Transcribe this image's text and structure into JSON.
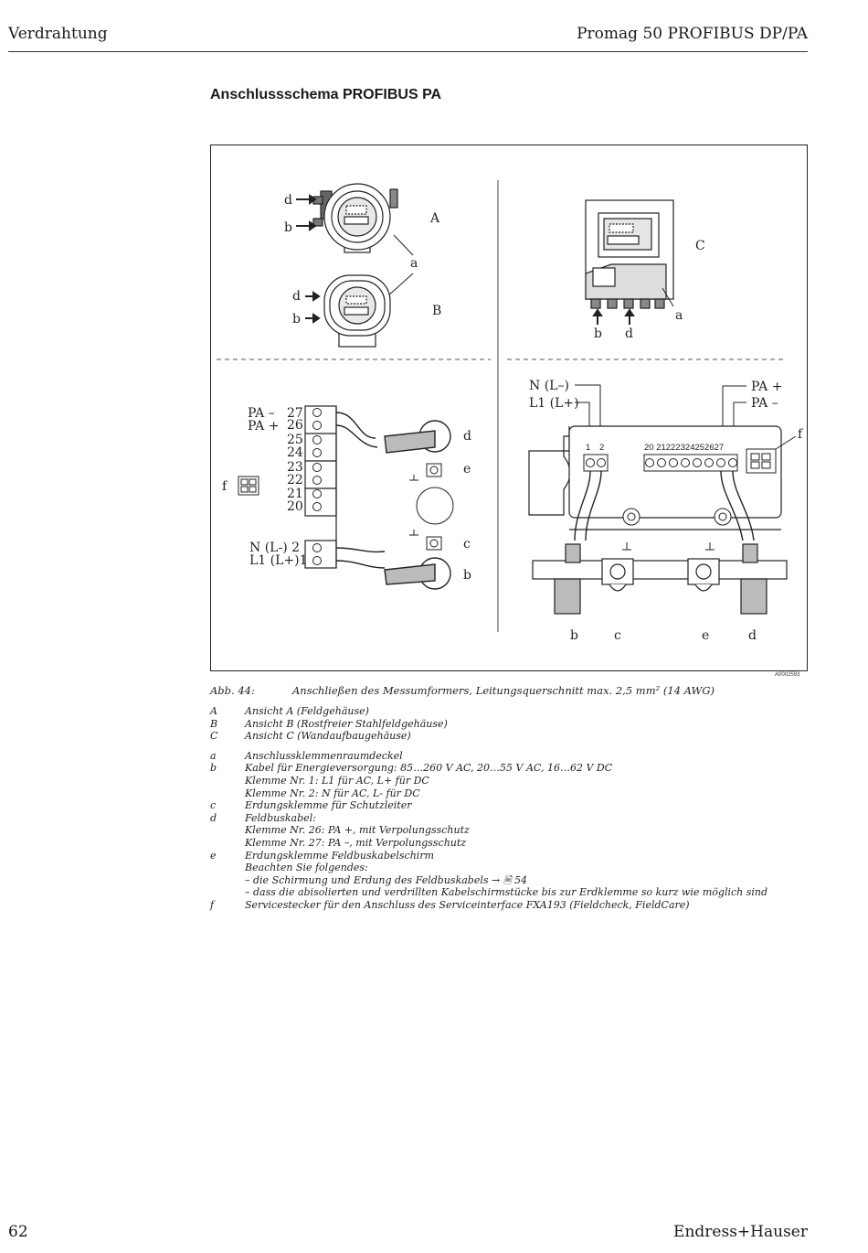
{
  "header": {
    "section": "Verdrahtung",
    "product": "Promag 50 PROFIBUS DP/PA"
  },
  "section_title": "Anschlussschema PROFIBUS PA",
  "figure": {
    "id": "A0002593",
    "top_left": {
      "arrow_d": "d",
      "arrow_b": "b",
      "view_a": "A",
      "cover": "a",
      "arrow_d2": "d",
      "arrow_b2": "b",
      "view_b": "B"
    },
    "top_right": {
      "view_c": "C",
      "cover": "a",
      "arrow_b": "b",
      "arrow_d": "d"
    },
    "bottom_left": {
      "pa_minus": "PA –",
      "pa_plus": "PA +",
      "terminals": [
        "27",
        "26",
        "25",
        "24",
        "23",
        "22",
        "21",
        "20"
      ],
      "n": "N (L-) 2",
      "l1": "L1 (L+)1",
      "f": "f",
      "d": "d",
      "e": "e",
      "c": "c",
      "b": "b"
    },
    "bottom_right": {
      "n": "N (L–)",
      "l1": "L1 (L+)",
      "pa_plus": "PA +",
      "pa_minus": "PA –",
      "t1": "1",
      "t2": "2",
      "terminals": "20 21222324252627",
      "f": "f",
      "b": "b",
      "c": "c",
      "e": "e",
      "d": "d"
    }
  },
  "caption": {
    "label": "Abb. 44:",
    "text": "Anschließen des Messumformers, Leitungsquerschnitt max. 2,5 mm² (14 AWG)"
  },
  "legend": {
    "views": [
      {
        "key": "A",
        "text": "Ansicht A (Feldgehäuse)"
      },
      {
        "key": "B",
        "text": "Ansicht B (Rostfreier Stahlfeldgehäuse)"
      },
      {
        "key": "C",
        "text": "Ansicht C (Wandaufbaugehäuse)"
      }
    ],
    "items": [
      {
        "key": "a",
        "text": "Anschlussklemmenraumdeckel"
      },
      {
        "key": "b",
        "text": "Kabel für Energieversorgung: 85…260 V AC, 20…55 V AC, 16…62 V DC"
      },
      {
        "sub": "Klemme Nr. 1: L1 für AC, L+ für DC"
      },
      {
        "sub": "Klemme Nr. 2: N für AC, L- für DC"
      },
      {
        "key": "c",
        "text": "Erdungsklemme für Schutzleiter"
      },
      {
        "key": "d",
        "text": "Feldbuskabel:"
      },
      {
        "sub": "Klemme Nr. 26: PA +, mit Verpolungsschutz"
      },
      {
        "sub": "Klemme Nr. 27: PA –, mit Verpolungsschutz"
      },
      {
        "key": "e",
        "text": "Erdungsklemme Feldbuskabelschirm"
      },
      {
        "sub": "Beachten Sie folgendes:"
      },
      {
        "sub": "– die Schirmung und Erdung des Feldbuskabels → 🗎 54"
      },
      {
        "sub": "– dass die abisolierten und verdrillten Kabelschirmstücke bis zur Erdklemme so kurz wie möglich sind"
      },
      {
        "key": "f",
        "text": "Servicestecker für den Anschluss des Serviceinterface FXA193 (Fieldcheck, FieldCare)"
      }
    ]
  },
  "footer": {
    "page": "62",
    "brand": "Endress+Hauser"
  }
}
